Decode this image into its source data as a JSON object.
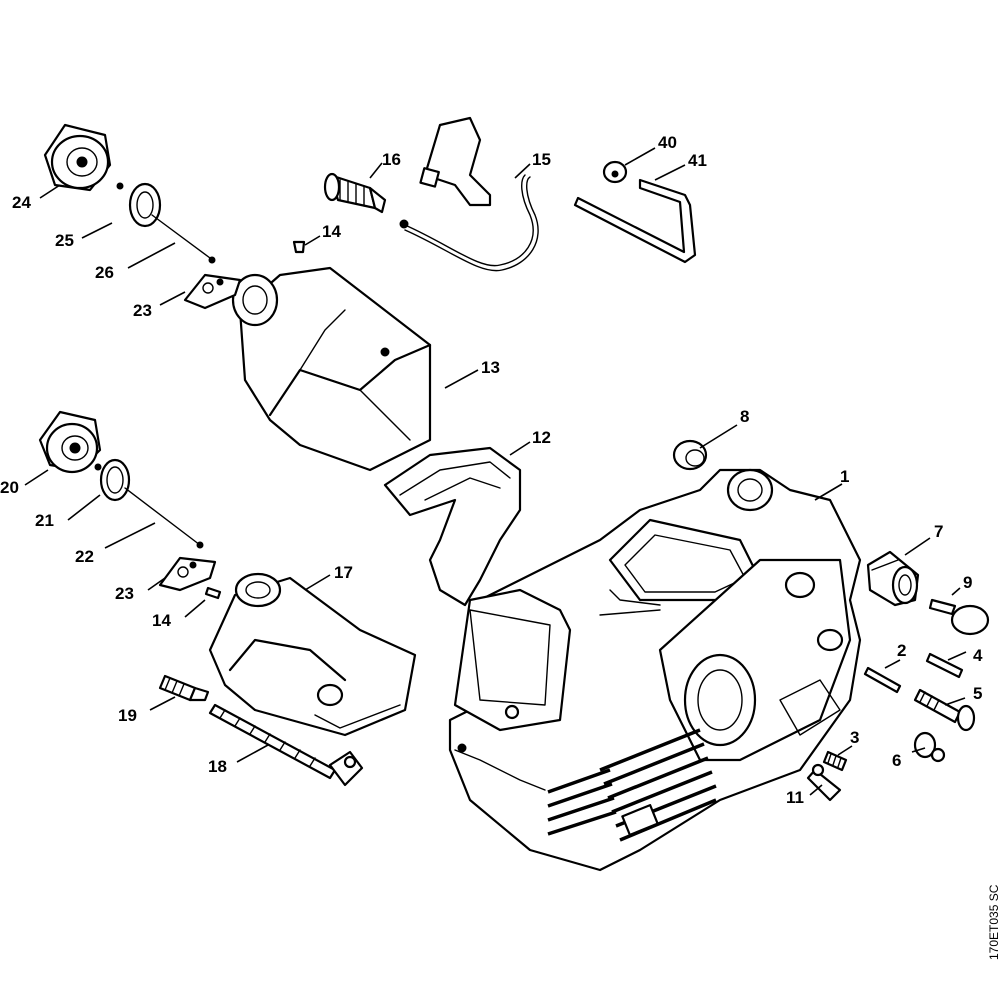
{
  "drawing_code": "170ET035 SC",
  "callouts": {
    "c1": "1",
    "c2": "2",
    "c3": "3",
    "c4": "4",
    "c5": "5",
    "c6": "6",
    "c7": "7",
    "c8": "8",
    "c9": "9",
    "c11": "11",
    "c12": "12",
    "c13": "13",
    "c14a": "14",
    "c14b": "14",
    "c15": "15",
    "c16": "16",
    "c17": "17",
    "c18": "18",
    "c19": "19",
    "c20": "20",
    "c21": "21",
    "c22": "22",
    "c23a": "23",
    "c23b": "23",
    "c24": "24",
    "c25": "25",
    "c26": "26",
    "c40": "40",
    "c41": "41"
  }
}
